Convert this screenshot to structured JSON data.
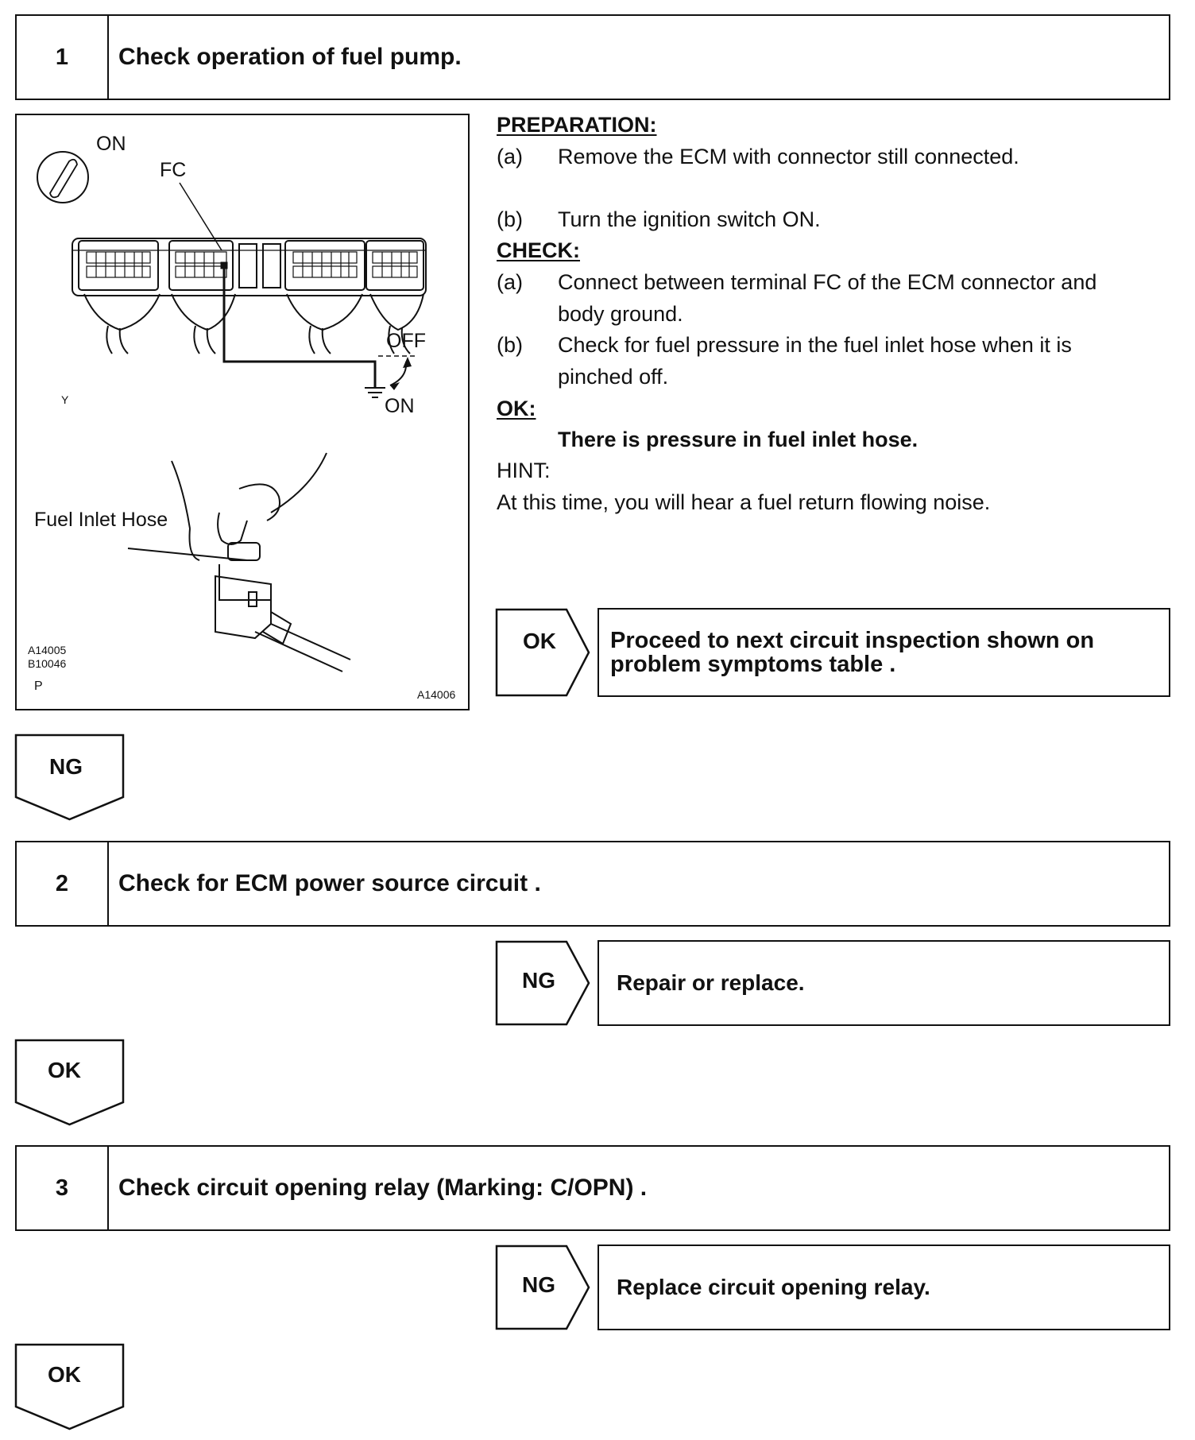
{
  "steps": [
    {
      "number": "1",
      "title": "Check operation of fuel pump."
    },
    {
      "number": "2",
      "title": "Check for ECM power source circuit ."
    },
    {
      "number": "3",
      "title": "Check circuit opening relay (Marking: C/OPN) ."
    }
  ],
  "step1": {
    "preparation_heading": "PREPARATION:",
    "prep_a_label": "(a)",
    "prep_a_text": "Remove the ECM with connector still connected.",
    "prep_b_label": "(b)",
    "prep_b_text": "Turn the ignition switch ON.",
    "check_heading": "CHECK:",
    "check_a_label": "(a)",
    "check_a_line1": "Connect between terminal FC of the ECM connector and",
    "check_a_line2": "body ground.",
    "check_b_label": "(b)",
    "check_b_line1": "Check for fuel pressure in the fuel inlet hose when it is",
    "check_b_line2": "pinched off.",
    "ok_heading": "OK:",
    "ok_text": "There is pressure in fuel inlet hose.",
    "hint_heading": "HINT:",
    "hint_text": "At this time, you will hear a fuel return flowing noise."
  },
  "figure": {
    "label_on_switch": "ON",
    "label_fc": "FC",
    "label_off": "OFF",
    "label_on": "ON",
    "label_y": "Y",
    "label_fuel_inlet_hose": "Fuel Inlet Hose",
    "code_1": "A14005",
    "code_2": "B10046",
    "label_p": "P",
    "code_corner": "A14006"
  },
  "results": {
    "r1_label": "OK",
    "r1_line1": "Proceed to next circuit inspection shown on",
    "r1_line2": "problem symptoms table .",
    "d1_label": "NG",
    "r2_label": "NG",
    "r2_text": "Repair or replace.",
    "d2_label": "OK",
    "r3_label": "NG",
    "r3_text": "Replace circuit opening relay.",
    "d3_label": "OK"
  }
}
